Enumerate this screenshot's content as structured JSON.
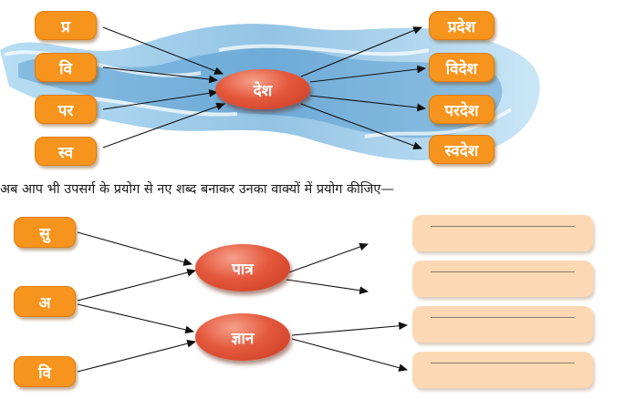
{
  "top": {
    "prefixes": [
      "प्र",
      "वि",
      "पर",
      "स्व"
    ],
    "root": "देश",
    "results": [
      "प्रदेश",
      "विदेश",
      "परदेश",
      "स्वदेश"
    ]
  },
  "instruction": "अब आप भी उपसर्ग के प्रयोग से नए शब्द बनाकर उनका वाक्यों में प्रयोग कीजिए—",
  "bottom": {
    "prefixes": [
      "सु",
      "अ",
      "वि"
    ],
    "roots": [
      "पात्र",
      "ज्ञान"
    ],
    "answer_count": 4
  },
  "colors": {
    "pill": "#f7941d",
    "oval": "#e4583c",
    "answer_box": "#fcd9b4",
    "water": "#4aa3d8"
  }
}
